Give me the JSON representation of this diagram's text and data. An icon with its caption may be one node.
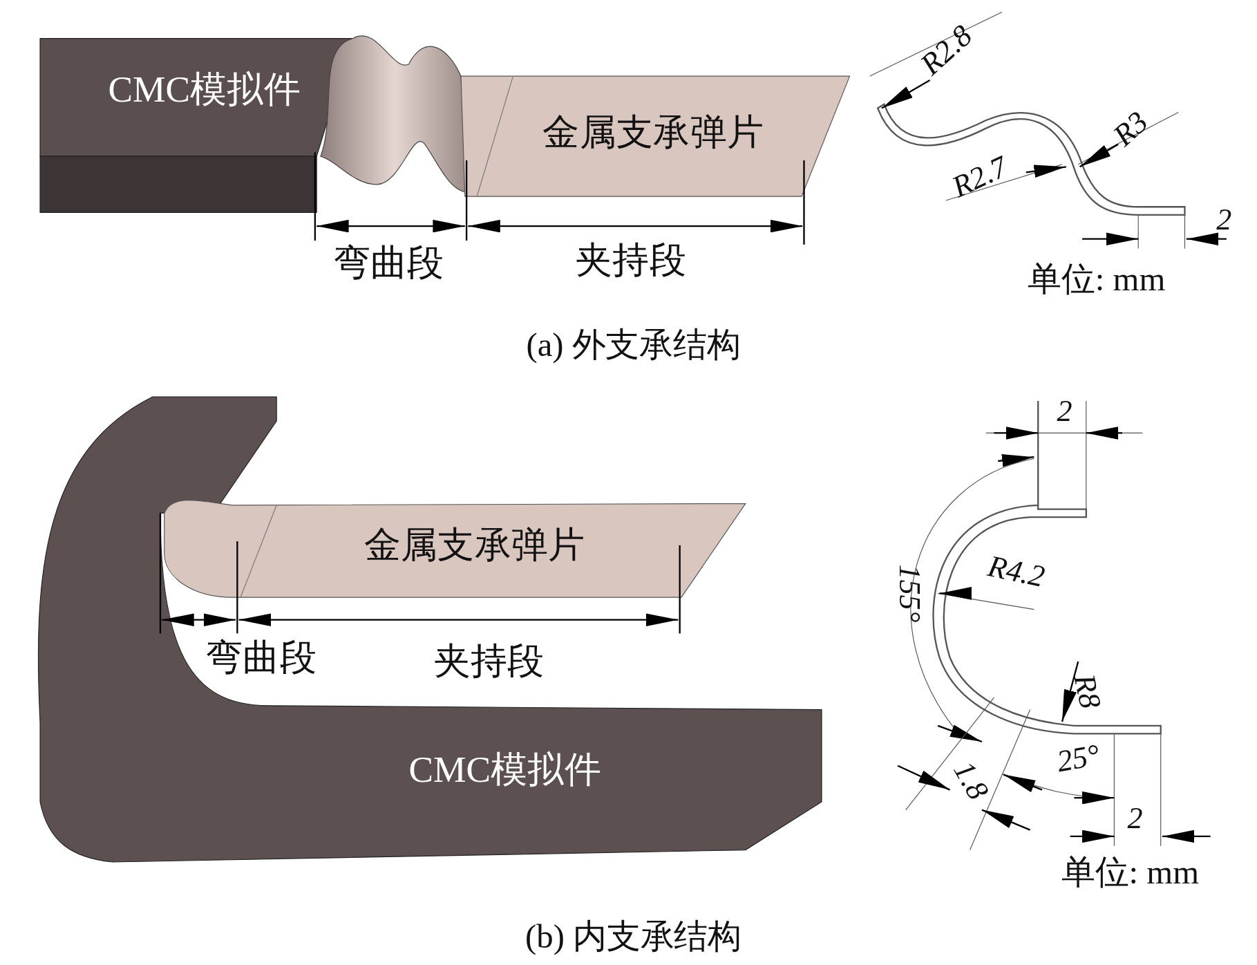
{
  "diagram": {
    "labels": [
      "CMC模拟件",
      "金属支承弹片",
      "弯曲段",
      "夹持段",
      "R2.8",
      "R3",
      "R2.7",
      "2",
      "单位: mm",
      "(a) 外支承结构",
      "2",
      "金属支承弹片",
      "R4.2",
      "155°",
      "弯曲段",
      "夹持段",
      "R8",
      "CMC模拟件",
      "25°",
      "1.8",
      "2",
      "单位: mm",
      "(b) 内支承结构"
    ]
  }
}
